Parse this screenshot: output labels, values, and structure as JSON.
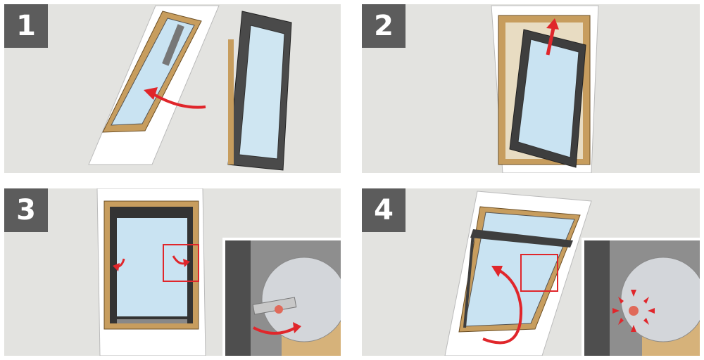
{
  "steps": [
    {
      "number": "1"
    },
    {
      "number": "2"
    },
    {
      "number": "3"
    },
    {
      "number": "4"
    }
  ],
  "colors": {
    "panel_bg": "#e3e3e0",
    "badge_bg": "#5c5c5c",
    "arrow": "#e0262b",
    "glass": "#c9e3f2",
    "frame_wood": "#c79d5e",
    "frame_dark": "#3e3e3e",
    "wall": "#ffffff"
  },
  "icons": [
    "curved-arrow",
    "straight-arrow",
    "highlight-box",
    "burst-arrows"
  ]
}
